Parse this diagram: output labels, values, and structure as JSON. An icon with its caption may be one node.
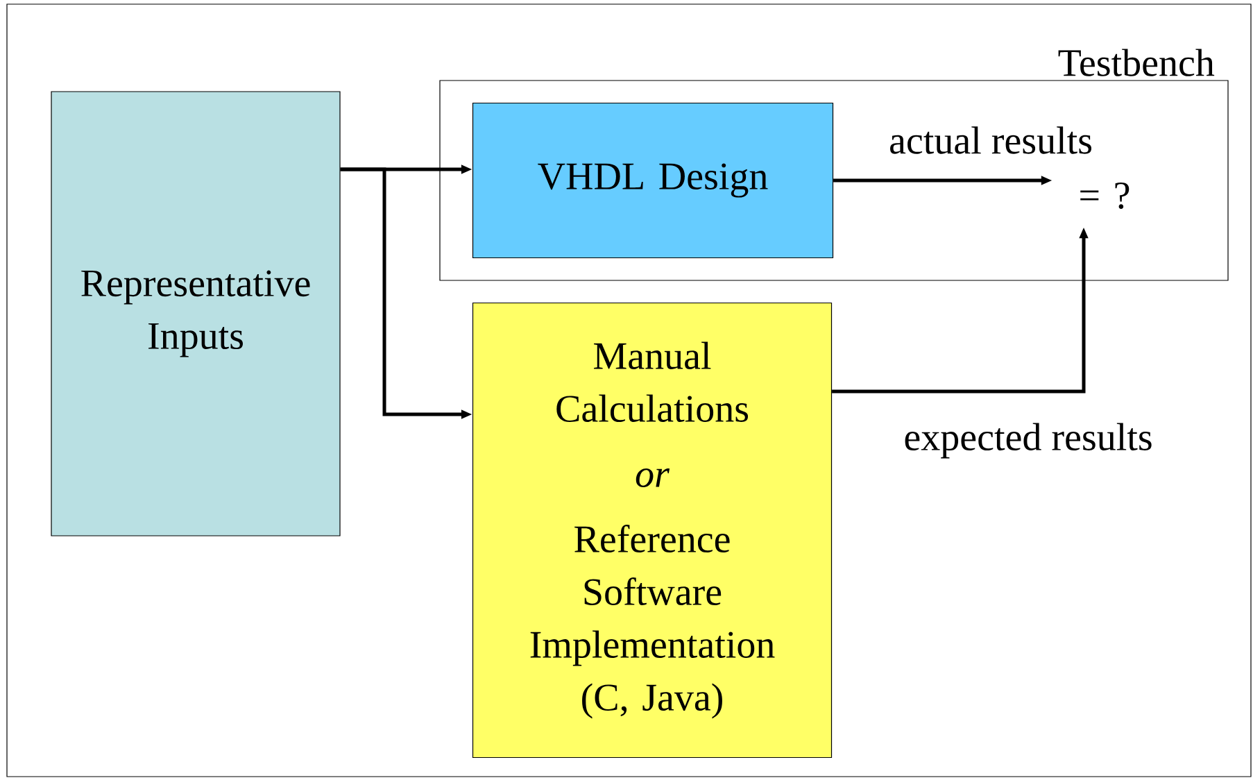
{
  "diagram": {
    "nodes": [
      {
        "text": [
          "Representative Inputs"
        ]
      },
      {
        "text": [
          "Testbench"
        ]
      },
      {
        "text": [
          "VHDL Design"
        ],
        "in": 1
      },
      {
        "text": [
          "=  ?"
        ],
        "in": 1
      },
      {
        "text": [
          "Manual Calculations",
          "or",
          "Reference Software Implementation",
          "(C, Java)"
        ]
      }
    ],
    "edges": [
      {
        "from": 0,
        "to": 2,
        "arrow": "to"
      },
      {
        "from": 0,
        "to": 4,
        "arrow": "to"
      },
      {
        "from": 2,
        "to": 3,
        "arrow": "to",
        "label": "actual results"
      },
      {
        "from": 4,
        "to": 3,
        "arrow": "to",
        "label": "expected results"
      }
    ]
  }
}
